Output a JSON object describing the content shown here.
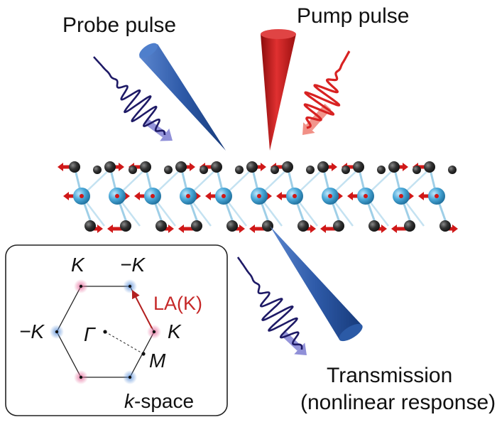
{
  "labels": {
    "probe_pulse": "Probe pulse",
    "pump_pulse": "Pump pulse",
    "transmission_line1": "Transmission",
    "transmission_line2": "(nonlinear response)"
  },
  "brillouin_zone": {
    "k_top": "K",
    "minus_k_top": "−K",
    "minus_k_left": "−K",
    "k_right": "K",
    "gamma": "Γ",
    "m": "M",
    "phonon_label": "LA(K)",
    "kspace_k": "k",
    "kspace_rest": "-space"
  },
  "colors": {
    "probe": "#2e5aa8",
    "pump": "#d42020",
    "wave_probe": "#1e1a66",
    "wave_pump": "#d82222",
    "arrow_probe": "#8a8ad6",
    "arrow_pump": "#f08a80",
    "atom_metal": "#4aa8d8",
    "atom_chalcogen": "#333333",
    "displacement": "#d01818",
    "k_point_red": "#e56a9a",
    "k_point_blue": "#5a8fd8",
    "phonon_arrow": "#b32020"
  },
  "icons": {
    "probe_cone": "blue-cone-icon",
    "pump_cone": "red-cone-icon"
  }
}
